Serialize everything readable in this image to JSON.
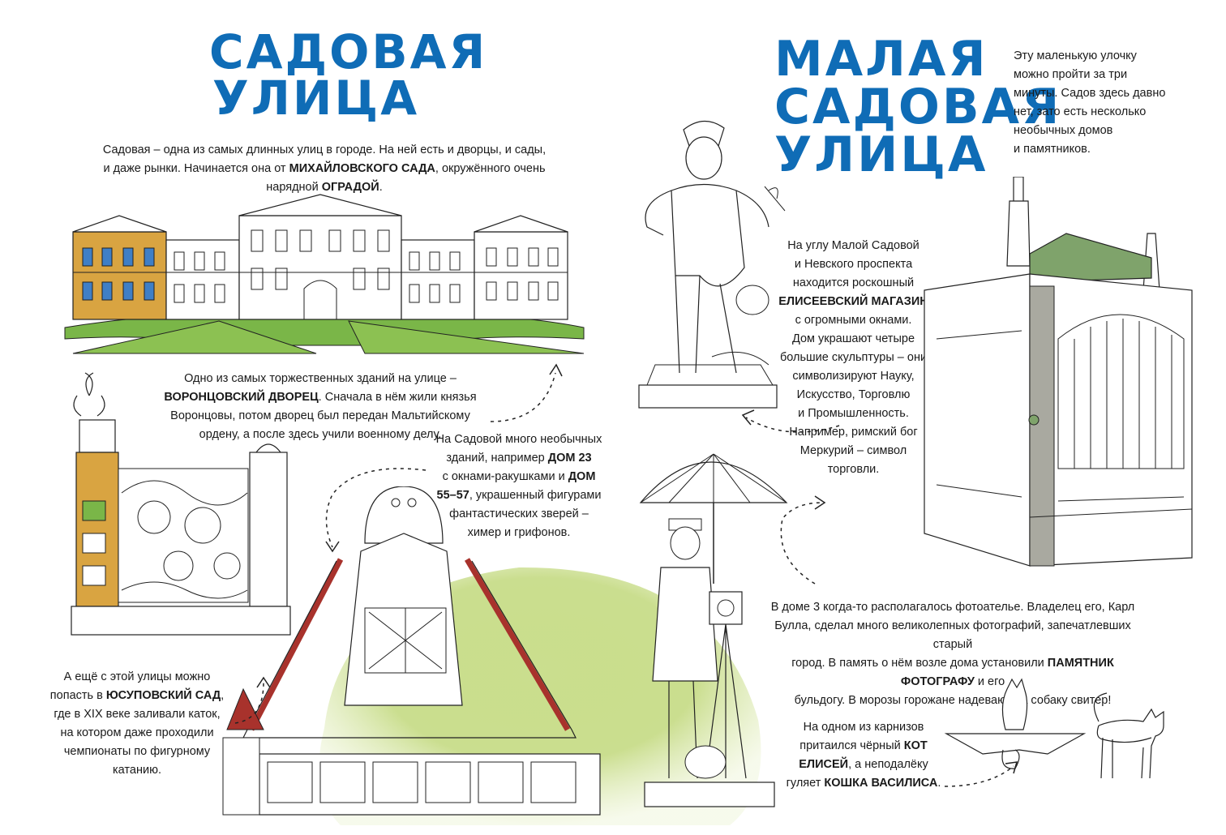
{
  "left": {
    "title_line1": "САДОВАЯ",
    "title_line2": "УЛИЦА",
    "intro": {
      "p1": "Садовая – одна из самых длинных улиц в городе. На ней есть и дворцы, и сады,",
      "p2": "и даже рынки. Начинается она от ",
      "b1": "МИХАЙЛОВСКОГО САДА",
      "p3": ", окружённого очень",
      "p4": "нарядной ",
      "b2": "ОГРАДОЙ",
      "p5": "."
    },
    "vorontsov": {
      "l1": "Одно из самых торжественных зданий на улице –",
      "b1": "ВОРОНЦОВСКИЙ ДВОРЕЦ",
      "l2": ". Сначала в нём жили князья",
      "l3": "Воронцовы, потом дворец был передан Мальтийскому",
      "l4": "ордену, а после здесь учили военному делу."
    },
    "houses": {
      "l1": "На Садовой много необычных",
      "l2a": "зданий, например ",
      "b1": "ДОМ 23",
      "l3a": "с окнами-ракушками и ",
      "b2": "ДОМ",
      "b3": "55–57",
      "l4": ", украшенный фигурами",
      "l5": "фантастических зверей –",
      "l6": "химер и грифонов."
    },
    "yusupov": {
      "l1": "А ещё с этой улицы можно",
      "l2a": "попасть в ",
      "b1": "ЮСУПОВСКИЙ САД",
      "l2b": ",",
      "l3": "где в XIX веке заливали каток,",
      "l4": "на котором даже проходили",
      "l5": "чемпионаты по фигурному",
      "l6": "катанию."
    }
  },
  "right": {
    "title_line1": "МАЛАЯ",
    "title_line2": "САДОВАЯ",
    "title_line3": "УЛИЦА",
    "intro": {
      "l1": "Эту маленькую улочку",
      "l2": "можно пройти за три",
      "l3": "минуты. Садов здесь давно",
      "l4": "нет, зато есть несколько",
      "l5": "необычных домов",
      "l6": "и памятников."
    },
    "eliseev": {
      "l1": "На углу Малой Садовой",
      "l2": "и Невского проспекта",
      "l3": "находится роскошный",
      "b1": "ЕЛИСЕЕВСКИЙ МАГАЗИН",
      "l4": "с огромными окнами.",
      "l5": "Дом украшают четыре",
      "l6": "большие скульптуры – они",
      "l7": "символизируют Науку,",
      "l8": "Искусство, Торговлю",
      "l9": "и Промышленность.",
      "l10": "Например, римский бог",
      "l11": "Меркурий – символ",
      "l12": "торговли."
    },
    "bulla": {
      "l1": "В доме 3 когда-то располагалось фотоателье. Владелец его, Карл",
      "l2": "Булла, сделал много великолепных фотографий, запечатлевших старый",
      "l3a": "город. В память о нём возле дома установили ",
      "b1": "ПАМЯТНИК ФОТОГРАФУ",
      "l3b": " и его",
      "l4": "бульдогу. В морозы горожане надевают на собаку свитер!"
    },
    "cats": {
      "l1": "На одном из карнизов",
      "l2a": "притаился чёрный ",
      "b1": "КОТ",
      "b2": "ЕЛИСЕЙ",
      "l3": ", а неподалёку",
      "l4a": "гуляет ",
      "b3": "КОШКА ВАСИЛИСА",
      "l4b": "."
    }
  },
  "colors": {
    "title_blue": "#0f6cb6",
    "lawn_green": "#7ab648",
    "wash_green": "#b9d36a",
    "ochre": "#d9a441",
    "roof_red": "#a8322c",
    "grey_wall": "#a9a9a0",
    "moss_roof": "#7fa36b"
  },
  "icons": [
    "palace-illustration",
    "fence-illustration",
    "chimera-house-illustration",
    "mercury-statue-illustration",
    "photographer-statue-illustration",
    "eliseev-store-illustration",
    "cat-on-cornice-illustration",
    "cat-walking-illustration",
    "dashed-arrow-icon"
  ]
}
